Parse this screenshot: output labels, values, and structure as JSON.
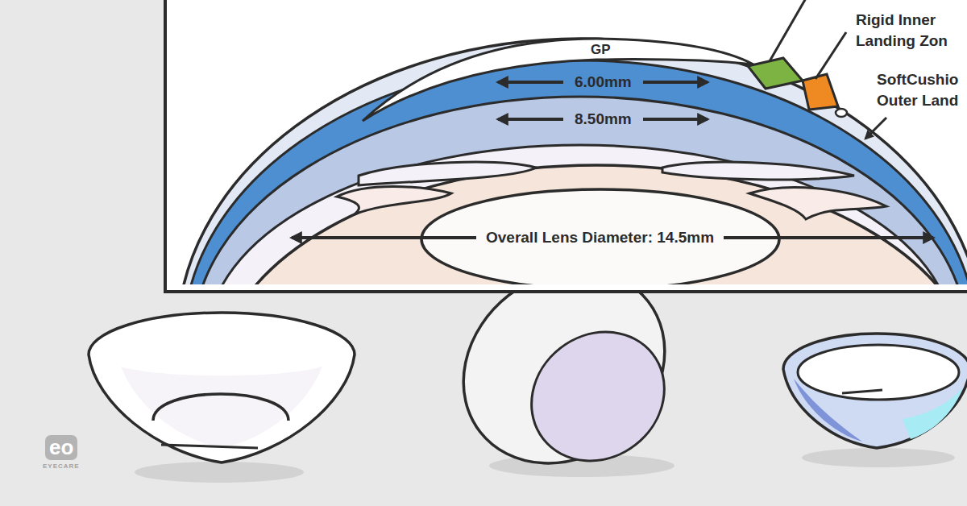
{
  "diagram": {
    "labels": [
      "GP",
      "6.00mm",
      "8.50mm",
      "Overall Lens Diameter: 14.5mm",
      "Rigid Inner Landing Zon",
      "SoftCushio Outer Land",
      "eo",
      "EYECARE"
    ]
  }
}
